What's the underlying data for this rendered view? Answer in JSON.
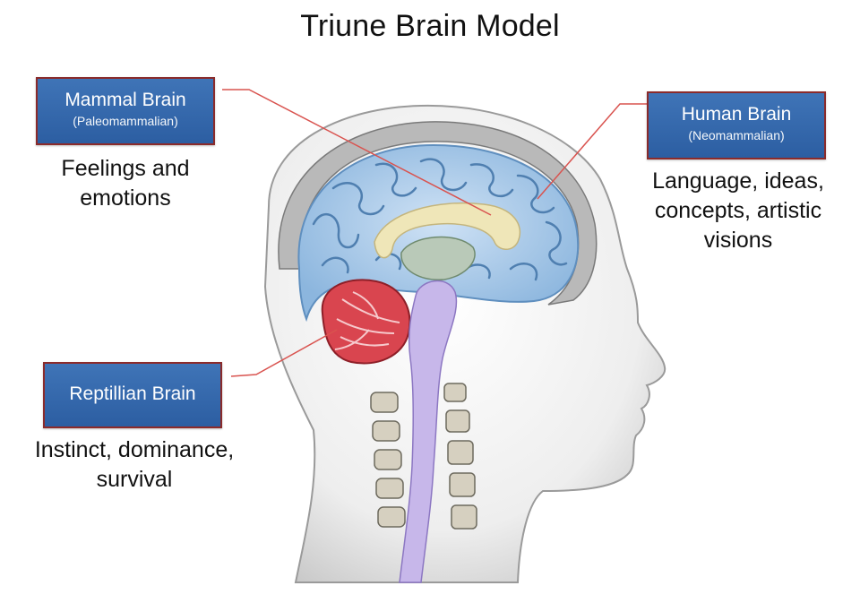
{
  "title": "Triune Brain Model",
  "regions": {
    "mammal": {
      "name": "Mammal Brain",
      "sub": "(Paleomammalian)",
      "desc_line1": "Feelings and",
      "desc_line2": "emotions"
    },
    "human": {
      "name": "Human Brain",
      "sub": "(Neomammalian)",
      "desc_line1": "Language, ideas,",
      "desc_line2": "concepts, artistic",
      "desc_line3": "visions"
    },
    "reptilian": {
      "name": "Reptillian Brain",
      "desc_line1": "Instinct, dominance,",
      "desc_line2": "survival"
    }
  },
  "colors": {
    "label_fill": "#2f63a8",
    "label_border": "#8b2b2b",
    "leader_line": "#d9534f",
    "cortex": "#9cc3e6",
    "cerebellum": "#d9454f",
    "brainstem": "#c7b7ea",
    "corpus_callosum": "#efe6b8",
    "skin": "#ececec"
  }
}
